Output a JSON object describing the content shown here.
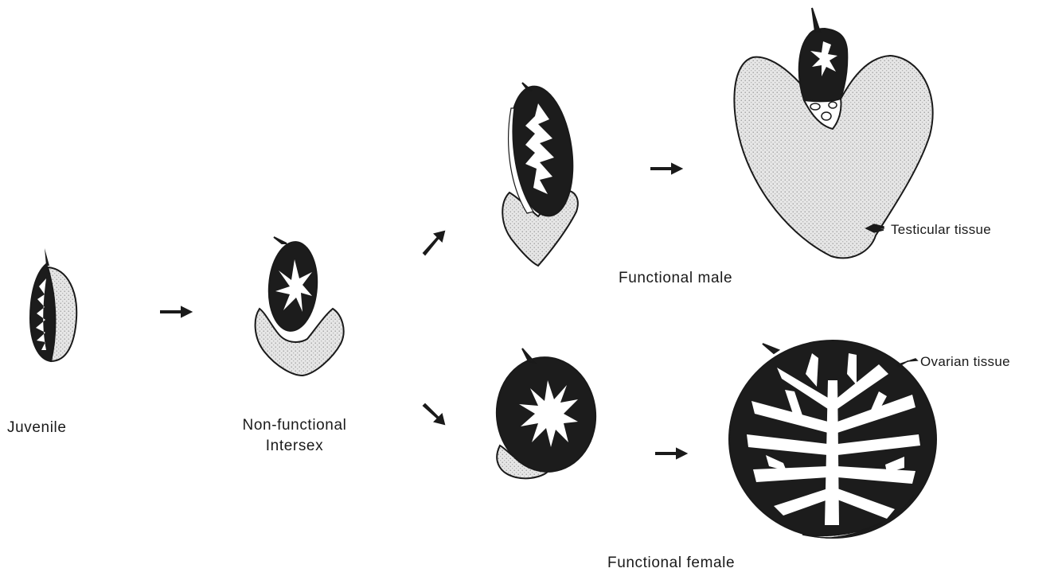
{
  "labels": {
    "juvenile": "Juvenile",
    "intersex_line1": "Non-functional",
    "intersex_line2": "Intersex",
    "functional_male": "Functional male",
    "functional_female": "Functional female",
    "testicular_tissue": "Testicular tissue",
    "ovarian_tissue": "Ovarian tissue"
  },
  "colors": {
    "ovary": "#1c1c1c",
    "testis_fill": "#e2e2e2",
    "testis_stipple": "#9a9a9a",
    "lumen": "#ffffff",
    "text": "#1a1a1a"
  },
  "icons": {
    "arrow": "arrow-icon"
  }
}
